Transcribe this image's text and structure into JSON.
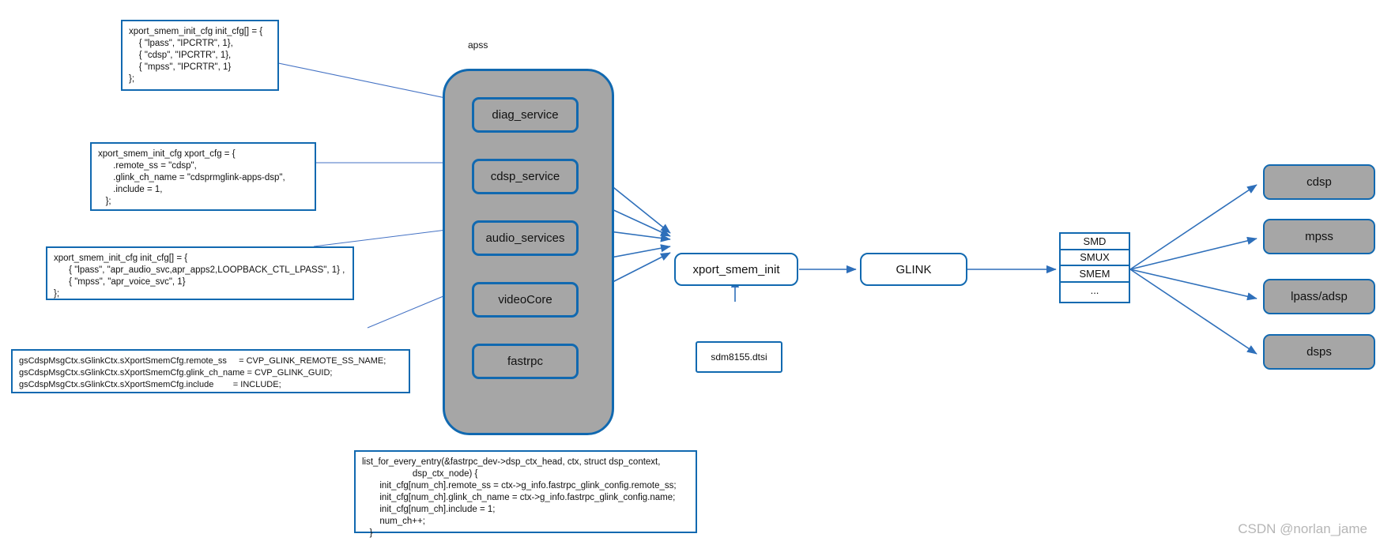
{
  "diagram": {
    "title": "xport_smem_init dataflow",
    "accent": "#1169b0",
    "node_fill": "#a6a6a6",
    "watermark": "CSDN @norlan_jame"
  },
  "apss": {
    "label": "apss",
    "services": [
      {
        "id": "diag_service",
        "label": "diag_service"
      },
      {
        "id": "cdsp_service",
        "label": "cdsp_service"
      },
      {
        "id": "audio_services",
        "label": "audio_services"
      },
      {
        "id": "videoCore",
        "label": "videoCore"
      },
      {
        "id": "fastrpc",
        "label": "fastrpc"
      }
    ]
  },
  "pipeline": {
    "xport_smem_init": "xport_smem_init",
    "glink": "GLINK",
    "dtsi": "sdm8155.dtsi"
  },
  "transport_stack": {
    "rows": [
      "SMD",
      "SMUX",
      "SMEM",
      "..."
    ]
  },
  "targets": [
    {
      "id": "cdsp",
      "label": "cdsp"
    },
    {
      "id": "mpss",
      "label": "mpss"
    },
    {
      "id": "lpass_adsp",
      "label": "lpass/adsp"
    },
    {
      "id": "dsps",
      "label": "dsps"
    }
  ],
  "annotations": {
    "diag_cfg": "xport_smem_init_cfg init_cfg[] = {\n    { \"lpass\", \"IPCRTR\", 1},\n    { \"cdsp\", \"IPCRTR\", 1},\n    { \"mpss\", \"IPCRTR\", 1}\n};",
    "cdsp_cfg": "xport_smem_init_cfg xport_cfg = {\n      .remote_ss = \"cdsp\",\n      .glink_ch_name = \"cdsprmglink-apps-dsp\",\n      .include = 1,\n   };",
    "audio_cfg": "xport_smem_init_cfg init_cfg[] = {\n      { \"lpass\", \"apr_audio_svc,apr_apps2,LOOPBACK_CTL_LPASS\", 1} ,\n      { \"mpss\", \"apr_voice_svc\", 1}\n};",
    "video_cfg": "gsCdspMsgCtx.sGlinkCtx.sXportSmemCfg.remote_ss     = CVP_GLINK_REMOTE_SS_NAME;\ngsCdspMsgCtx.sGlinkCtx.sXportSmemCfg.glink_ch_name = CVP_GLINK_GUID;\ngsCdspMsgCtx.sGlinkCtx.sXportSmemCfg.include        = INCLUDE;",
    "fastrpc_cfg": "list_for_every_entry(&fastrpc_dev->dsp_ctx_head, ctx, struct dsp_context,\n                    dsp_ctx_node) {\n       init_cfg[num_ch].remote_ss = ctx->g_info.fastrpc_glink_config.remote_ss;\n       init_cfg[num_ch].glink_ch_name = ctx->g_info.fastrpc_glink_config.name;\n       init_cfg[num_ch].include = 1;\n       num_ch++;\n   }"
  }
}
